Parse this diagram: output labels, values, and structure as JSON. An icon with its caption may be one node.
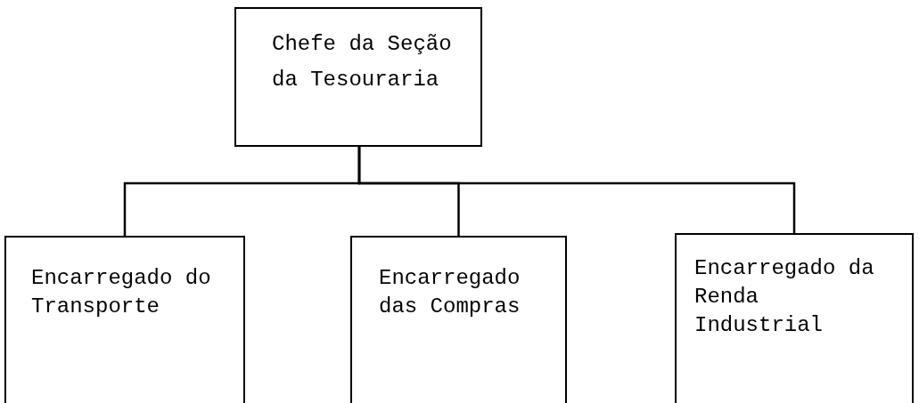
{
  "diagram": {
    "nodes": [
      {
        "text": [
          "Chefe da Seção da Tesouraria"
        ]
      },
      {
        "text": [
          "Encarregado do Transporte"
        ]
      },
      {
        "text": [
          "Encarregado das Compras"
        ]
      },
      {
        "text": [
          "Encarregado da Renda Industrial"
        ]
      }
    ],
    "edges": [
      {
        "from": 0,
        "to": 1,
        "arrow": "none"
      },
      {
        "from": 0,
        "to": 2,
        "arrow": "none"
      },
      {
        "from": 0,
        "to": 3,
        "arrow": "none"
      }
    ]
  }
}
